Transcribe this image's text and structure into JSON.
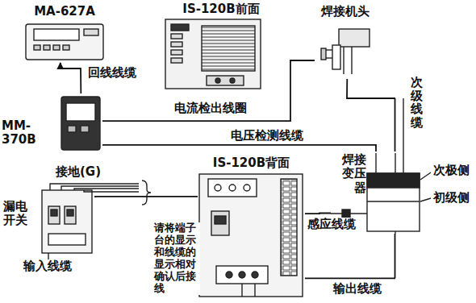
{
  "diagram": {
    "nodes": [
      {
        "text": [
          "MA-627A"
        ]
      },
      {
        "text": [
          "IS-120B前面"
        ]
      },
      {
        "text": [
          "焊接机头"
        ]
      },
      {
        "text": [
          "MM-370B"
        ]
      },
      {
        "text": [
          "IS-120B背面"
        ]
      },
      {
        "text": [
          "漏电开关"
        ]
      },
      {
        "text": [
          "焊接变压器"
        ]
      }
    ],
    "edges": [
      {
        "from": 3,
        "to": 0,
        "arrow": "to"
      },
      {
        "from": 3,
        "to": 2,
        "arrow": "none"
      },
      {
        "from": 3,
        "to": 6,
        "arrow": "none"
      },
      {
        "from": 2,
        "to": 6,
        "arrow": "none"
      },
      {
        "from": 5,
        "to": 4,
        "arrow": "none"
      },
      {
        "from": 4,
        "to": 6,
        "arrow": "none"
      },
      {
        "from": 4,
        "to": 6,
        "arrow": "none"
      }
    ],
    "labels": [
      "回线线缆",
      "电流检出线圈",
      "电压检测线缆",
      "次级线缆",
      "次极侧",
      "初级侧",
      "感应线缆",
      "输出线缆",
      "接地(G)",
      "输入线缆",
      "请将端子台的显示和线缆的显示相对确认后接线"
    ]
  }
}
